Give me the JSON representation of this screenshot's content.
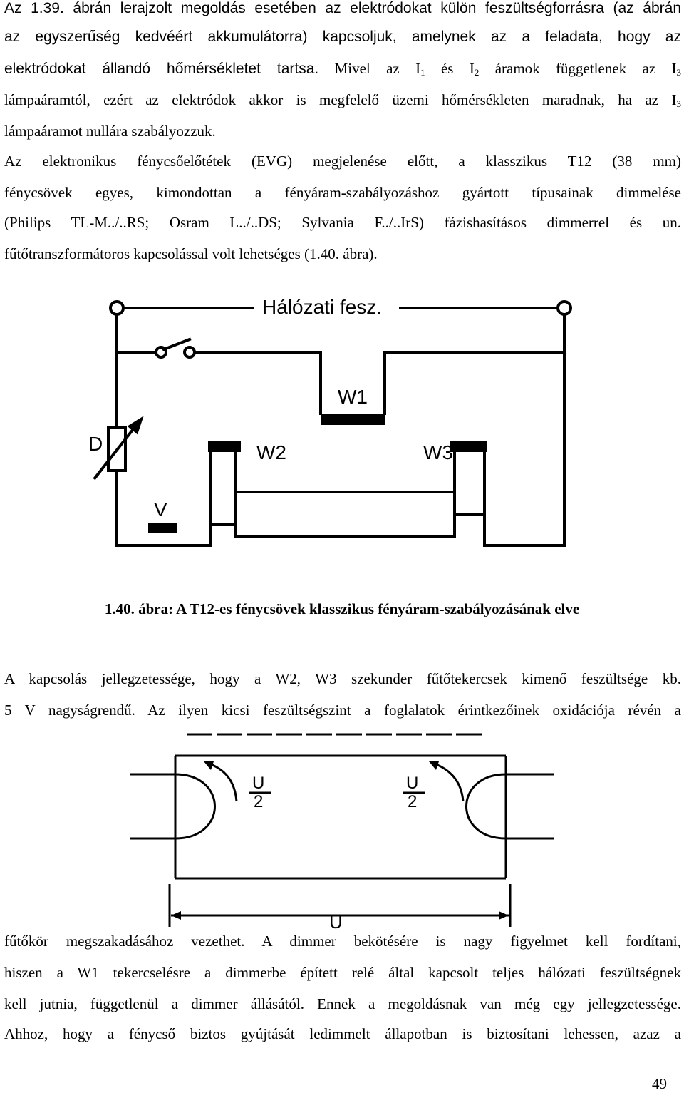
{
  "intro": {
    "l1": "Az 1.39. ábrán lerajzolt megoldás esetében az elektródokat külön feszültségforrásra (az ábrán",
    "l2": "az egyszerűség kedvéért akkumulátorra) kapcsoljuk, amelynek az a feladata, hogy az",
    "l3a": "elektródokat állandó hőmérsékletet tartsa.",
    "l3b": "Mivel az I",
    "l3s1": "1",
    "l3c": " és I",
    "l3s2": "2",
    "l3d": " áramok függetlenek az I",
    "l3s3": "3",
    "l4a": "lámpaáramtól, ezért az elektródok akkor is megfelelő üzemi hőmérsékleten maradnak, ha az I",
    "l4s": "3",
    "l5": "lámpaáramot nullára szabályozzuk."
  },
  "para2": {
    "l1": "Az elektronikus fénycsőelőtétek (EVG) megjelenése előtt, a klasszikus T12 (38 mm)",
    "l2": "fénycsövek egyes, kimondottan a fényáram-szabályozáshoz gyártott típusainak dimmelése",
    "l3": "(Philips TL-M../..RS; Osram L../..DS; Sylvania F../..IrS) fázishasításos dimmerrel és un.",
    "l4": "fűtőtranszformátoros kapcsolással volt lehetséges (1.40. ábra)."
  },
  "figure1": {
    "supply_label": "Hálózati fesz.",
    "w1": "W1",
    "w2": "W2",
    "w3": "W3",
    "d": "D",
    "v": "V"
  },
  "caption": "1.40. ábra: A T12-es fénycsövek klasszikus fényáram-szabályozásának elve",
  "para3": {
    "l1": "A kapcsolás jellegzetessége, hogy a W2, W3 szekunder fűtőtekercsek kimenő feszültsége kb.",
    "l2": "5 V nagyságrendű. Az ilyen kicsi feszültségszint a foglalatok érintkezőinek oxidációja révén a"
  },
  "figure2": {
    "half_num": "U",
    "half_den": "2",
    "total": "U"
  },
  "para4": {
    "l1": "fűtőkör megszakadásához vezethet. A dimmer bekötésére is nagy figyelmet kell fordítani,",
    "l2": "hiszen a W1 tekercselésre a dimmerbe épített relé által kapcsolt teljes hálózati feszültségnek",
    "l3": "kell jutnia, függetlenül a dimmer állásától. Ennek a megoldásnak van még egy jellegzetessége.",
    "l4": "Ahhoz, hogy a fénycső biztos gyújtását ledimmelt állapotban is biztosítani lehessen, azaz a"
  },
  "page_number": "49"
}
